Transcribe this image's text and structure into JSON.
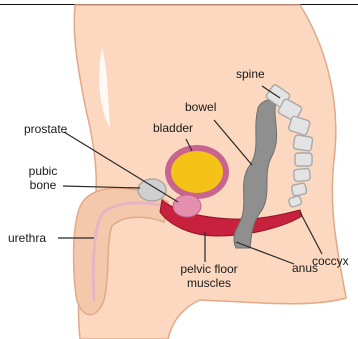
{
  "labels": {
    "spine": "spine",
    "bowel": "bowel",
    "bladder": "bladder",
    "prostate": "prostate",
    "pubic_bone": [
      "pubic",
      "bone"
    ],
    "urethra": "urethra",
    "coccyx": "coccyx",
    "anus": "anus",
    "pelvic_floor_muscles": [
      "pelvic floor",
      "muscles"
    ]
  },
  "colors": {
    "skin": "#fbd8bf",
    "skin_shadow": "#f2c3a3",
    "outline": "#e2a988",
    "bladder_wall": "#c8648e",
    "bladder_fill": "#f5c218",
    "prostate": "#e58fae",
    "pubic_bone": "#d0d0d0",
    "bowel": "#8f8f8f",
    "vertebra": "#e3e3e3",
    "vertebra_outline": "#a9a9a9",
    "muscle": "#c7213d",
    "leader_line": "#2a2a2a"
  }
}
